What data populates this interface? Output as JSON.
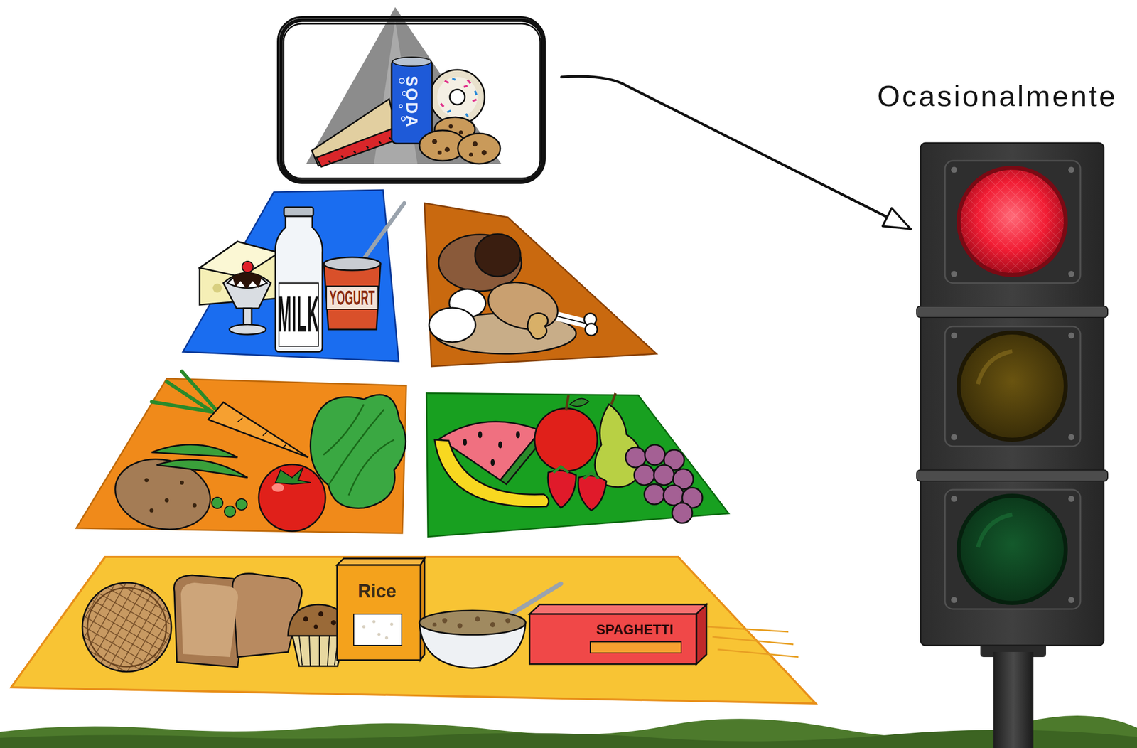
{
  "diagram": {
    "nodes": [
      {
        "text": [
          "SODA"
        ]
      },
      {
        "text": [
          "Ocasionalmente"
        ]
      }
    ],
    "edges": [
      {
        "from": 0,
        "to": 1,
        "arrow": "to"
      }
    ],
    "labels": [
      "MILK",
      "YOGURT",
      "Rice",
      "SPAGHETTI"
    ]
  }
}
